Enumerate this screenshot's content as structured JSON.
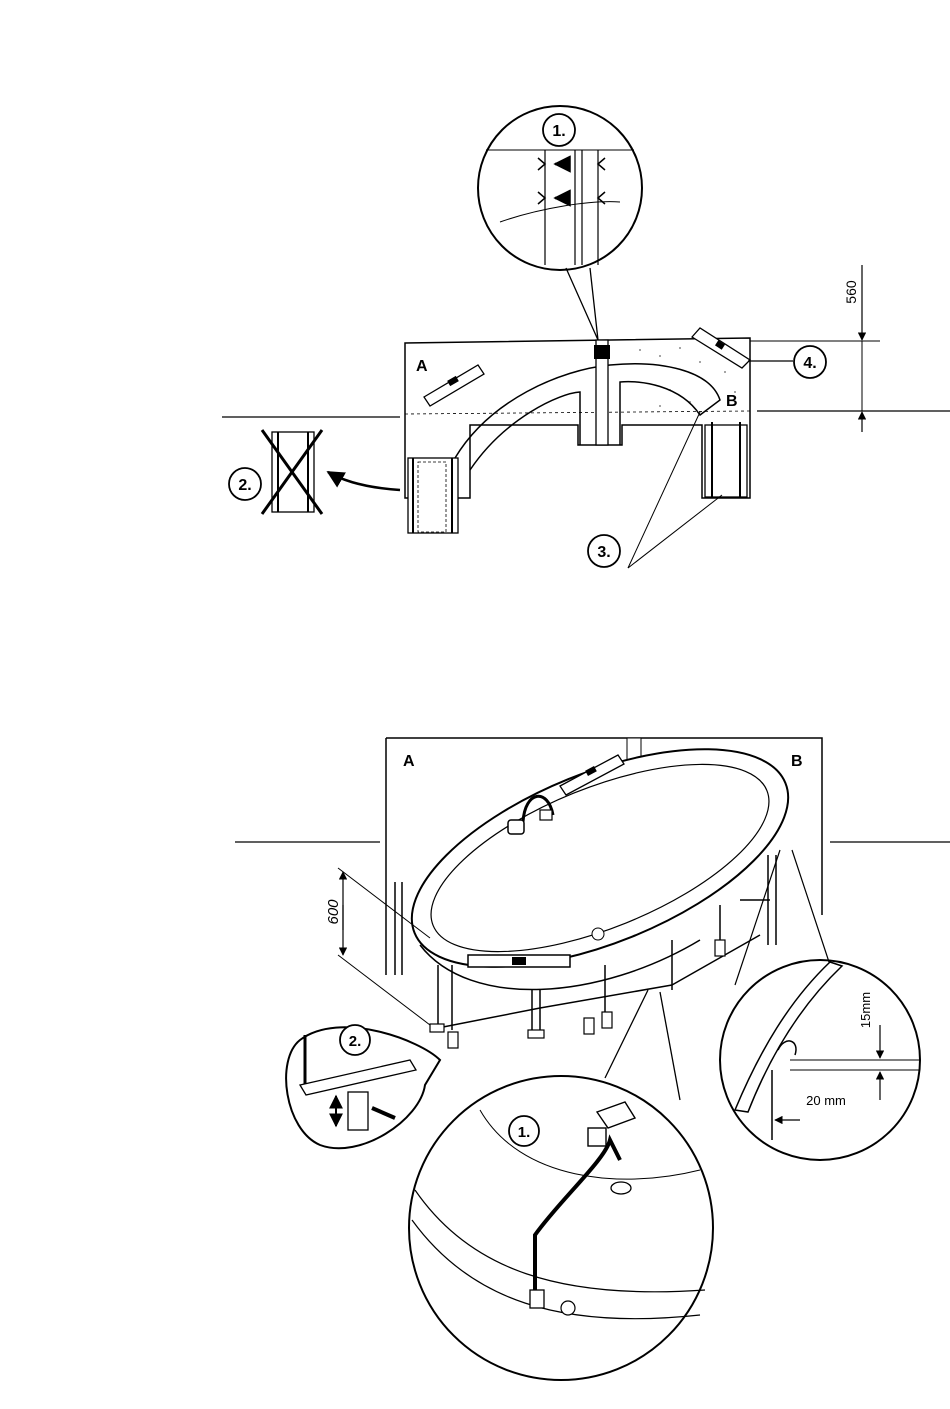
{
  "top_figure": {
    "corner_a": "A",
    "corner_b": "B",
    "step_1": "1.",
    "step_2": "2.",
    "step_3": "3.",
    "step_4": "4.",
    "height_dimension": "560"
  },
  "bottom_figure": {
    "corner_a": "A",
    "corner_b": "B",
    "step_1": "1.",
    "step_2": "2.",
    "height_dimension": "600",
    "gap_dimension": "15mm",
    "offset_dimension": "20 mm"
  }
}
